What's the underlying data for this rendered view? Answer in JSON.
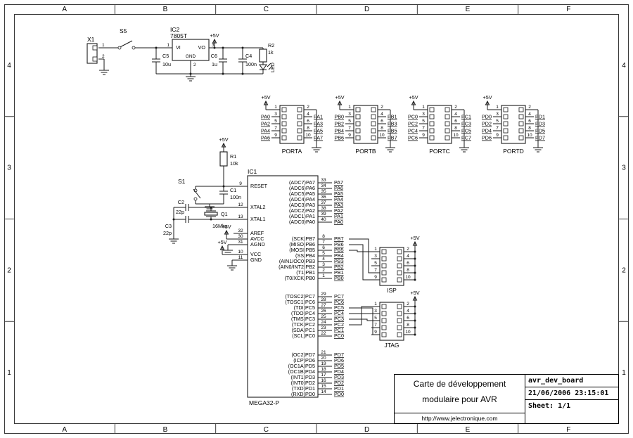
{
  "frame": {
    "cols": [
      "A",
      "B",
      "C",
      "D",
      "E",
      "F"
    ],
    "rows": [
      "4",
      "3",
      "2",
      "1"
    ]
  },
  "rails": {
    "v5": "+5V"
  },
  "power": {
    "x1": {
      "ref": "X1",
      "pin1": "1",
      "pin2": "2"
    },
    "s5": {
      "ref": "S5"
    },
    "ic2": {
      "ref": "IC2",
      "part": "7805T",
      "vi": "VI",
      "vo": "VO",
      "gnd": "GND",
      "pin_in": "1",
      "pin_out": "3",
      "pin_gnd": "2"
    },
    "c5": {
      "ref": "C5",
      "val": "10u"
    },
    "c6": {
      "ref": "C6",
      "val": "1u"
    },
    "c4": {
      "ref": "C4",
      "val": "100n"
    },
    "r2": {
      "ref": "R2",
      "val": "1k"
    },
    "led": {
      "ref": "LED"
    }
  },
  "reset": {
    "s1": "S1",
    "r1": {
      "ref": "R1",
      "val": "10k"
    },
    "c1": {
      "ref": "C1",
      "val": "100n"
    }
  },
  "xtal": {
    "q1": {
      "ref": "Q1",
      "val": "16Mhz"
    },
    "c2": {
      "ref": "C2",
      "val": "22p"
    },
    "c3": {
      "ref": "C3",
      "val": "22p"
    }
  },
  "ic1": {
    "ref": "IC1",
    "part": "MEGA32-P",
    "left_pins": [
      {
        "name": "RESET",
        "num": "9"
      },
      {
        "name": "XTAL2",
        "num": "12"
      },
      {
        "name": "XTAL1",
        "num": "13"
      },
      {
        "name": "AREF",
        "num": "32"
      },
      {
        "name": "AVCC",
        "num": "30"
      },
      {
        "name": "AGND",
        "num": "31"
      },
      {
        "name": "VCC",
        "num": "10"
      },
      {
        "name": "GND",
        "num": "11"
      }
    ],
    "right_groups": [
      {
        "id": "porta",
        "pins": [
          {
            "name": "(ADC7)PA7",
            "num": "33",
            "net": "PA7"
          },
          {
            "name": "(ADC6)PA6",
            "num": "34",
            "net": "PA6"
          },
          {
            "name": "(ADC5)PA5",
            "num": "35",
            "net": "PA5"
          },
          {
            "name": "(ADC4)PA4",
            "num": "36",
            "net": "PA4"
          },
          {
            "name": "(ADC3)PA3",
            "num": "37",
            "net": "PA3"
          },
          {
            "name": "(ADC2)PA2",
            "num": "38",
            "net": "PA2"
          },
          {
            "name": "(ADC1)PA1",
            "num": "39",
            "net": "PA1"
          },
          {
            "name": "(ADC0)PA0",
            "num": "40",
            "net": "PA0"
          }
        ]
      },
      {
        "id": "portb",
        "pins": [
          {
            "name": "(SCK)PB7",
            "num": "8",
            "net": "PB7"
          },
          {
            "name": "(MISO)PB6",
            "num": "7",
            "net": "PB6"
          },
          {
            "name": "(MOSI)PB5",
            "num": "6",
            "net": "PB5"
          },
          {
            "name": "(SS)PB4",
            "num": "5",
            "net": "PB4"
          },
          {
            "name": "(AIN1/OC0)PB3",
            "num": "4",
            "net": "PB3"
          },
          {
            "name": "(AIN0/INT2)PB2",
            "num": "3",
            "net": "PB2"
          },
          {
            "name": "(T1)PB1",
            "num": "2",
            "net": "PB1"
          },
          {
            "name": "(T0/XCK)PB0",
            "num": "1",
            "net": "PB0"
          }
        ]
      },
      {
        "id": "portc",
        "pins": [
          {
            "name": "(TOSC2)PC7",
            "num": "29",
            "net": "PC7"
          },
          {
            "name": "(TOSC1)PC6",
            "num": "28",
            "net": "PC6"
          },
          {
            "name": "(TDI)PC5",
            "num": "27",
            "net": "PC5"
          },
          {
            "name": "(TDO)PC4",
            "num": "26",
            "net": "PC4"
          },
          {
            "name": "(TMS)PC3",
            "num": "25",
            "net": "PC3"
          },
          {
            "name": "(TCK)PC2",
            "num": "24",
            "net": "PC2"
          },
          {
            "name": "(SDA)PC1",
            "num": "23",
            "net": "PC1"
          },
          {
            "name": "(SCL)PC0",
            "num": "22",
            "net": "PC0"
          }
        ]
      },
      {
        "id": "portd",
        "pins": [
          {
            "name": "(OC2)PD7",
            "num": "21",
            "net": "PD7"
          },
          {
            "name": "(ICP)PD6",
            "num": "20",
            "net": "PD6"
          },
          {
            "name": "(OC1A)PD5",
            "num": "19",
            "net": "PD5"
          },
          {
            "name": "(OC1B)PD4",
            "num": "18",
            "net": "PD4"
          },
          {
            "name": "(INT1)PD3",
            "num": "17",
            "net": "PD3"
          },
          {
            "name": "(INT0)PD2",
            "num": "16",
            "net": "PD2"
          },
          {
            "name": "(TXD)PD1",
            "num": "15",
            "net": "PD1"
          },
          {
            "name": "(RXD)PD0",
            "num": "14",
            "net": "PD0"
          }
        ]
      }
    ]
  },
  "port_headers": [
    {
      "name": "PORTA",
      "left_nums": [
        "1",
        "3",
        "5",
        "7",
        "9"
      ],
      "right_nums": [
        "2",
        "4",
        "6",
        "8",
        "10"
      ],
      "left_labels": [
        "PA0",
        "PA2",
        "PA4",
        "PA6"
      ],
      "right_labels": [
        "PA1",
        "PA3",
        "PA5",
        "PA7"
      ]
    },
    {
      "name": "PORTB",
      "left_nums": [
        "1",
        "3",
        "5",
        "7",
        "9"
      ],
      "right_nums": [
        "2",
        "4",
        "6",
        "8",
        "10"
      ],
      "left_labels": [
        "PB0",
        "PB2",
        "PB4",
        "PB6"
      ],
      "right_labels": [
        "PB1",
        "PB3",
        "PB5",
        "PB7"
      ]
    },
    {
      "name": "PORTC",
      "left_nums": [
        "1",
        "3",
        "5",
        "7",
        "9"
      ],
      "right_nums": [
        "2",
        "4",
        "6",
        "8",
        "10"
      ],
      "left_labels": [
        "PC0",
        "PC2",
        "PC4",
        "PC6"
      ],
      "right_labels": [
        "PC1",
        "PC3",
        "PC5",
        "PC7"
      ]
    },
    {
      "name": "PORTD",
      "left_nums": [
        "1",
        "3",
        "5",
        "7",
        "9"
      ],
      "right_nums": [
        "2",
        "4",
        "6",
        "8",
        "10"
      ],
      "left_labels": [
        "PD0",
        "PD2",
        "PD4",
        "PD6"
      ],
      "right_labels": [
        "PD1",
        "PD3",
        "PD5",
        "PD7"
      ]
    }
  ],
  "conn_headers": [
    {
      "name": "ISP",
      "left_nums": [
        "1",
        "3",
        "5",
        "7",
        "9"
      ],
      "right_nums": [
        "2",
        "4",
        "6",
        "8",
        "10"
      ]
    },
    {
      "name": "JTAG",
      "left_nums": [
        "1",
        "3",
        "5",
        "7",
        "9"
      ],
      "right_nums": [
        "2",
        "4",
        "6",
        "8",
        "10"
      ]
    }
  ],
  "title_block": {
    "title1": "Carte de développement",
    "title2": "modulaire pour AVR",
    "url": "http://www.jelectronique.com",
    "doc": "avr_dev_board",
    "datetime": "21/06/2006 23:15:01",
    "sheet": "Sheet: 1/1"
  }
}
